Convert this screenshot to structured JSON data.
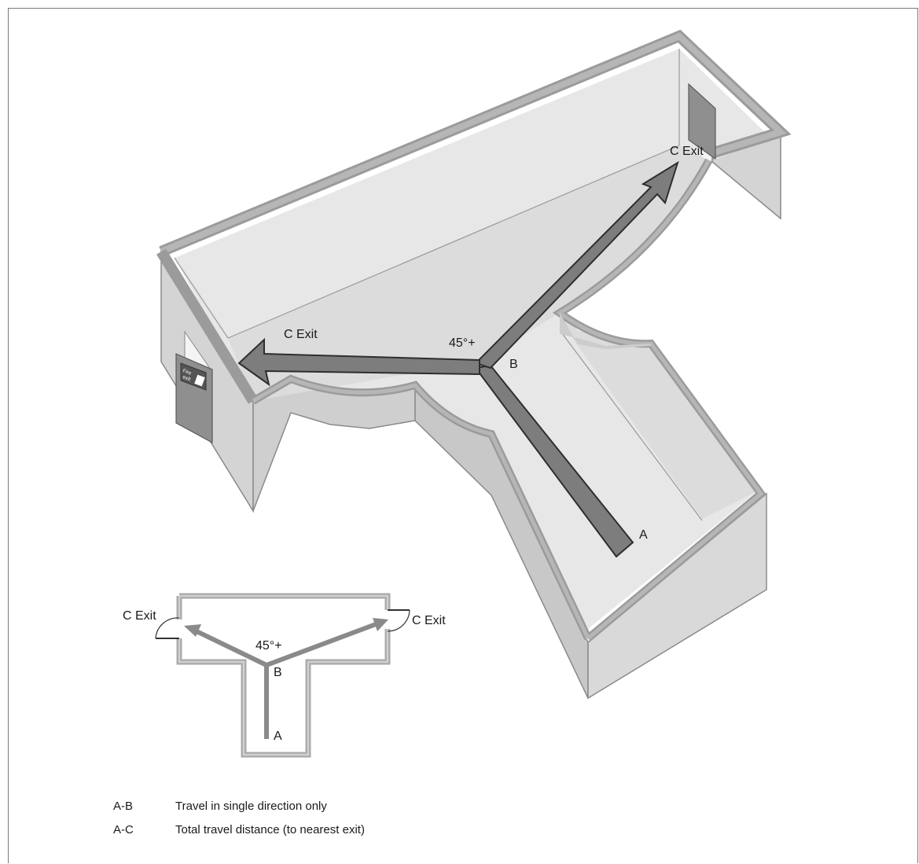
{
  "diagram": {
    "labels": {
      "exit_right": "C Exit",
      "exit_left": "C Exit",
      "angle": "45°+",
      "point_b": "B",
      "point_a": "A"
    },
    "sign_text": "Fire exit",
    "plan": {
      "exit_left": "C Exit",
      "exit_right": "C Exit",
      "angle": "45°+",
      "point_b": "B",
      "point_a": "A"
    }
  },
  "legend": [
    {
      "key": "A-B",
      "text": "Travel in single direction only"
    },
    {
      "key": "A-C",
      "text": "Total travel distance (to nearest exit)"
    }
  ],
  "colors": {
    "wall_top": "#a6a6a6",
    "wall_face": "#d7d7d7",
    "floor_far": "#ececec",
    "floor_near": "#dcdcdc",
    "arrow": "#7d7d7d",
    "door": "#8f8f8f"
  }
}
